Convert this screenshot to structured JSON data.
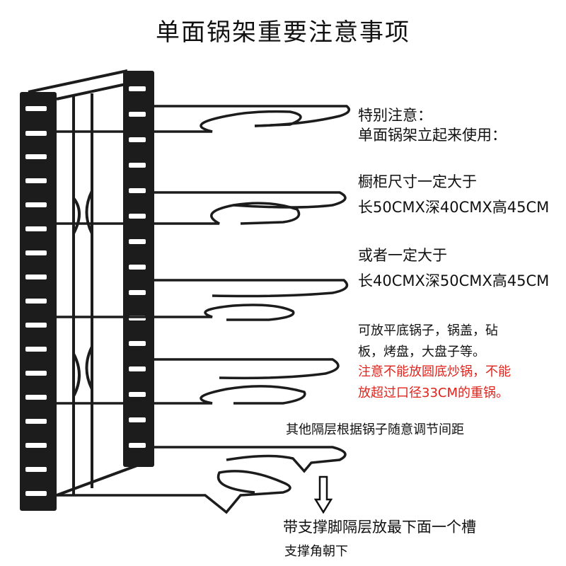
{
  "title": "单面锅架重要注意事项",
  "notes": {
    "special_heading": "特别注意：",
    "special_line": "单面锅架立起来使用：",
    "size1_line1": "橱柜尺寸一定大于",
    "size1_line2": "长50CMX深40CMX高45CM",
    "size2_line1": "或者一定大于",
    "size2_line2": "长40CMX深50CMX高45CM",
    "usage_line1": "可放平底锅子，锅盖，砧",
    "usage_line2": "板，烤盘，大盘子等。",
    "warning_line1": "注意不能放圆底炒锅，不能",
    "warning_line2": "放超过口径33CM的重锅。",
    "spacing_note": "其他隔层根据锅子随意调节间距",
    "bottom_line1": "带支撑脚隔层放最下面一个槽",
    "bottom_line2": "支撑角朝下"
  },
  "colors": {
    "text": "#111111",
    "warning": "#e0241c",
    "rack_metal": "#1c1c1c"
  }
}
